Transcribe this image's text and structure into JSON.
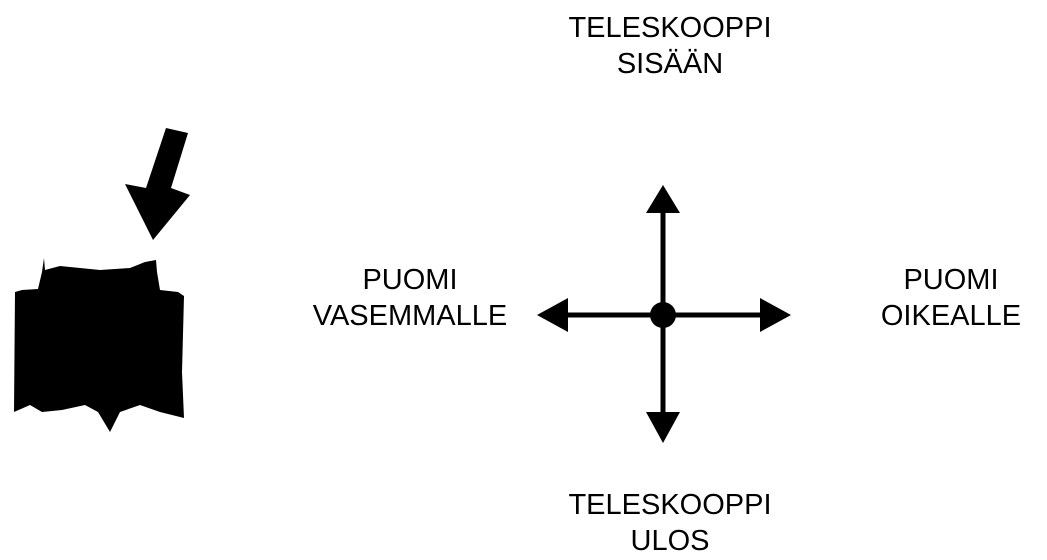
{
  "labels": {
    "up": {
      "line1": "TELESKOOPPI",
      "line2": "SISÄÄN"
    },
    "left": {
      "line1": "PUOMI",
      "line2": "VASEMMALLE"
    },
    "right": {
      "line1": "PUOMI",
      "line2": "OIKEALLE"
    },
    "down": {
      "line1": "TELESKOOPPI",
      "line2": "ULOS"
    }
  },
  "icons": {
    "control": "joystick-control-icon",
    "press_arrow": "press-arrow-icon",
    "direction_cross": "four-way-direction-cross-icon"
  },
  "colors": {
    "foreground": "#000000",
    "background": "#ffffff"
  }
}
